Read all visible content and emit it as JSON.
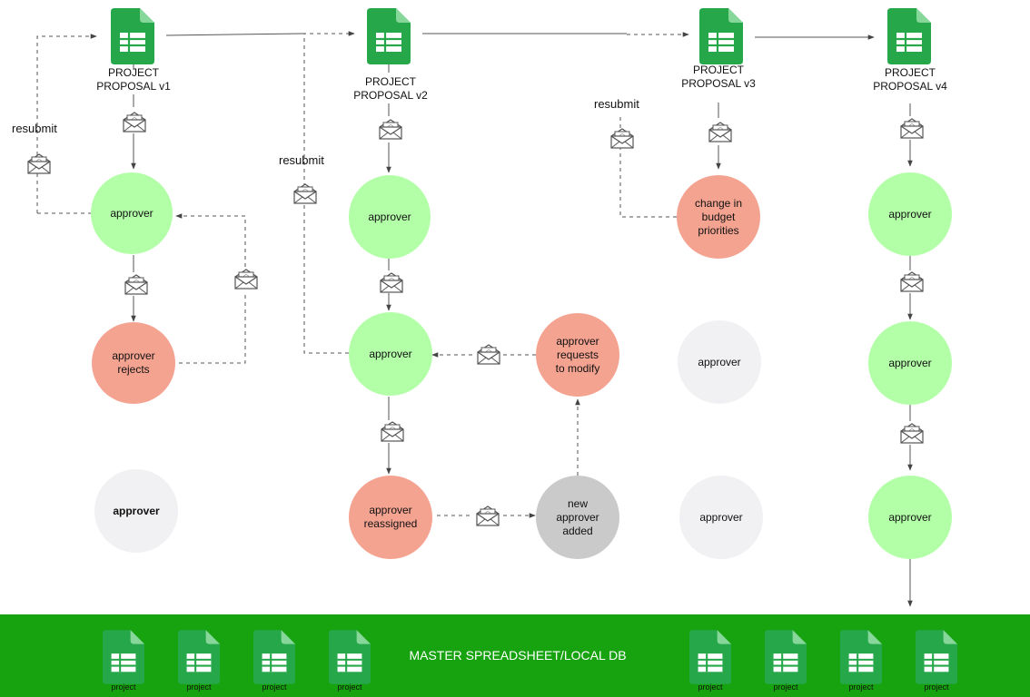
{
  "colors": {
    "approved": "#b3ffa8",
    "rejected": "#f5a391",
    "added": "#cacaca",
    "pending": "#f1f0f2",
    "banner": "#17a30f",
    "sheet": "#26a84a"
  },
  "icons": {
    "document": "spreadsheet-icon",
    "notification": "envelope-icon"
  },
  "documents": {
    "v1": "PROJECT\nPROPOSAL v1",
    "v2": "PROJECT\nPROPOSAL v2",
    "v3": "PROJECT\nPROPOSAL v3",
    "v4": "PROJECT\nPROPOSAL v4"
  },
  "labels": {
    "resubmit": "resubmit"
  },
  "nodes": {
    "c1_approver": "approver",
    "c1_rejects": "approver\nrejects",
    "c1_pending": "approver",
    "c2_approver1": "approver",
    "c2_approver2": "approver",
    "c2_reassigned": "approver\nreassigned",
    "c2_new_approver": "new\napprover\nadded",
    "c2_modify": "approver\nrequests\nto modify",
    "c3_budget": "change in\nbudget\npriorities",
    "c3_pending1": "approver",
    "c3_pending2": "approver",
    "c4_approver1": "approver",
    "c4_approver2": "approver",
    "c4_approver3": "approver"
  },
  "footer": {
    "title": "MASTER SPREADSHEET/LOCAL DB",
    "file_label": "project"
  }
}
